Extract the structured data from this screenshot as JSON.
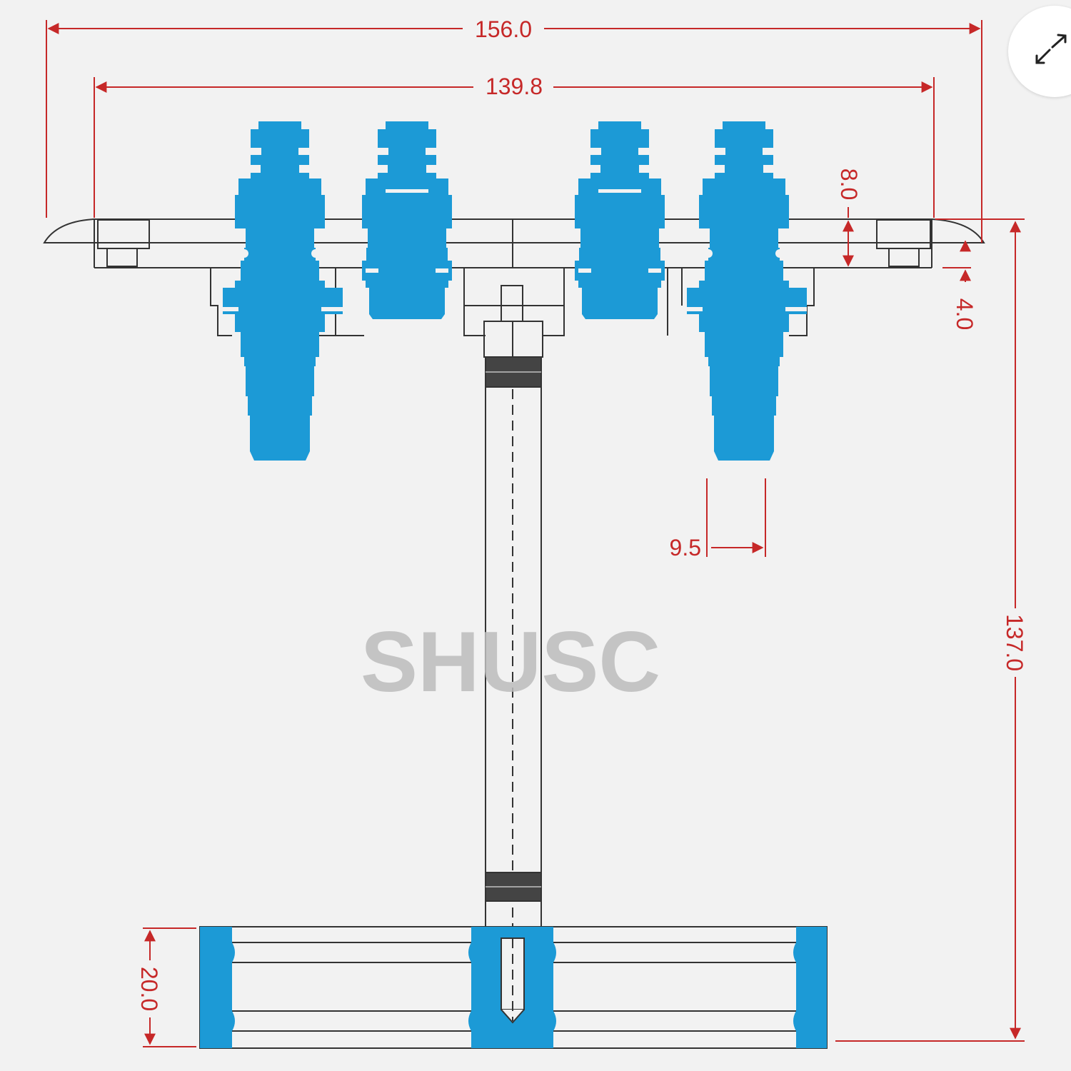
{
  "dimensions": {
    "overall_width": "156.0",
    "tray_width": "139.8",
    "tray_thickness": "8.0",
    "lip_offset": "4.0",
    "tip_width": "9.5",
    "total_height": "137.0",
    "base_height": "20.0"
  },
  "watermark": "SHUSC",
  "colors": {
    "accent": "#1c9ad6",
    "dimension": "#c62828",
    "outline": "#333333",
    "background": "#f2f2f2"
  },
  "icons": {
    "expand": "expand-arrows-icon"
  }
}
